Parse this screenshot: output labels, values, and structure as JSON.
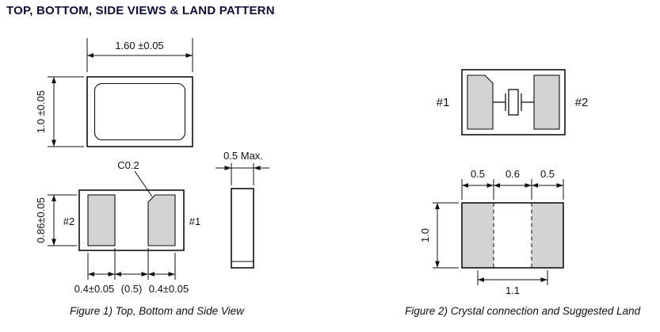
{
  "style": {
    "background": "#ffffff",
    "line_color": "#111111",
    "text_color": "#111111",
    "title_color": "#10103a",
    "pad_fill": "#d3d3d3"
  },
  "header": {
    "title": "TOP, BOTTOM, SIDE VIEWS & LAND PATTERN"
  },
  "figure1": {
    "caption": "Figure 1) Top, Bottom and Side View",
    "top_view": {
      "width_dim": "1.60 ±0.05",
      "height_dim": "1.0 ±0.05"
    },
    "bottom_view": {
      "pad_height_dim": "0.86±0.05",
      "left_pad_label": "#2",
      "right_pad_label": "#1",
      "chamfer_label": "C0.2",
      "left_pad_width_dim": "0.4±0.05",
      "gap_dim": "(0.5)",
      "right_pad_width_dim": "0.4±0.05"
    },
    "side_view": {
      "thickness_dim": "0.5 Max."
    }
  },
  "figure2": {
    "caption": "Figure 2) Crystal connection and Suggested Land",
    "crystal_connection": {
      "left_pin_label": "#1",
      "right_pin_label": "#2"
    },
    "land_pattern": {
      "left_pad_width_dim": "0.5",
      "gap_dim": "0.6",
      "right_pad_width_dim": "0.5",
      "height_dim": "1.0",
      "pitch_dim": "1.1"
    }
  }
}
